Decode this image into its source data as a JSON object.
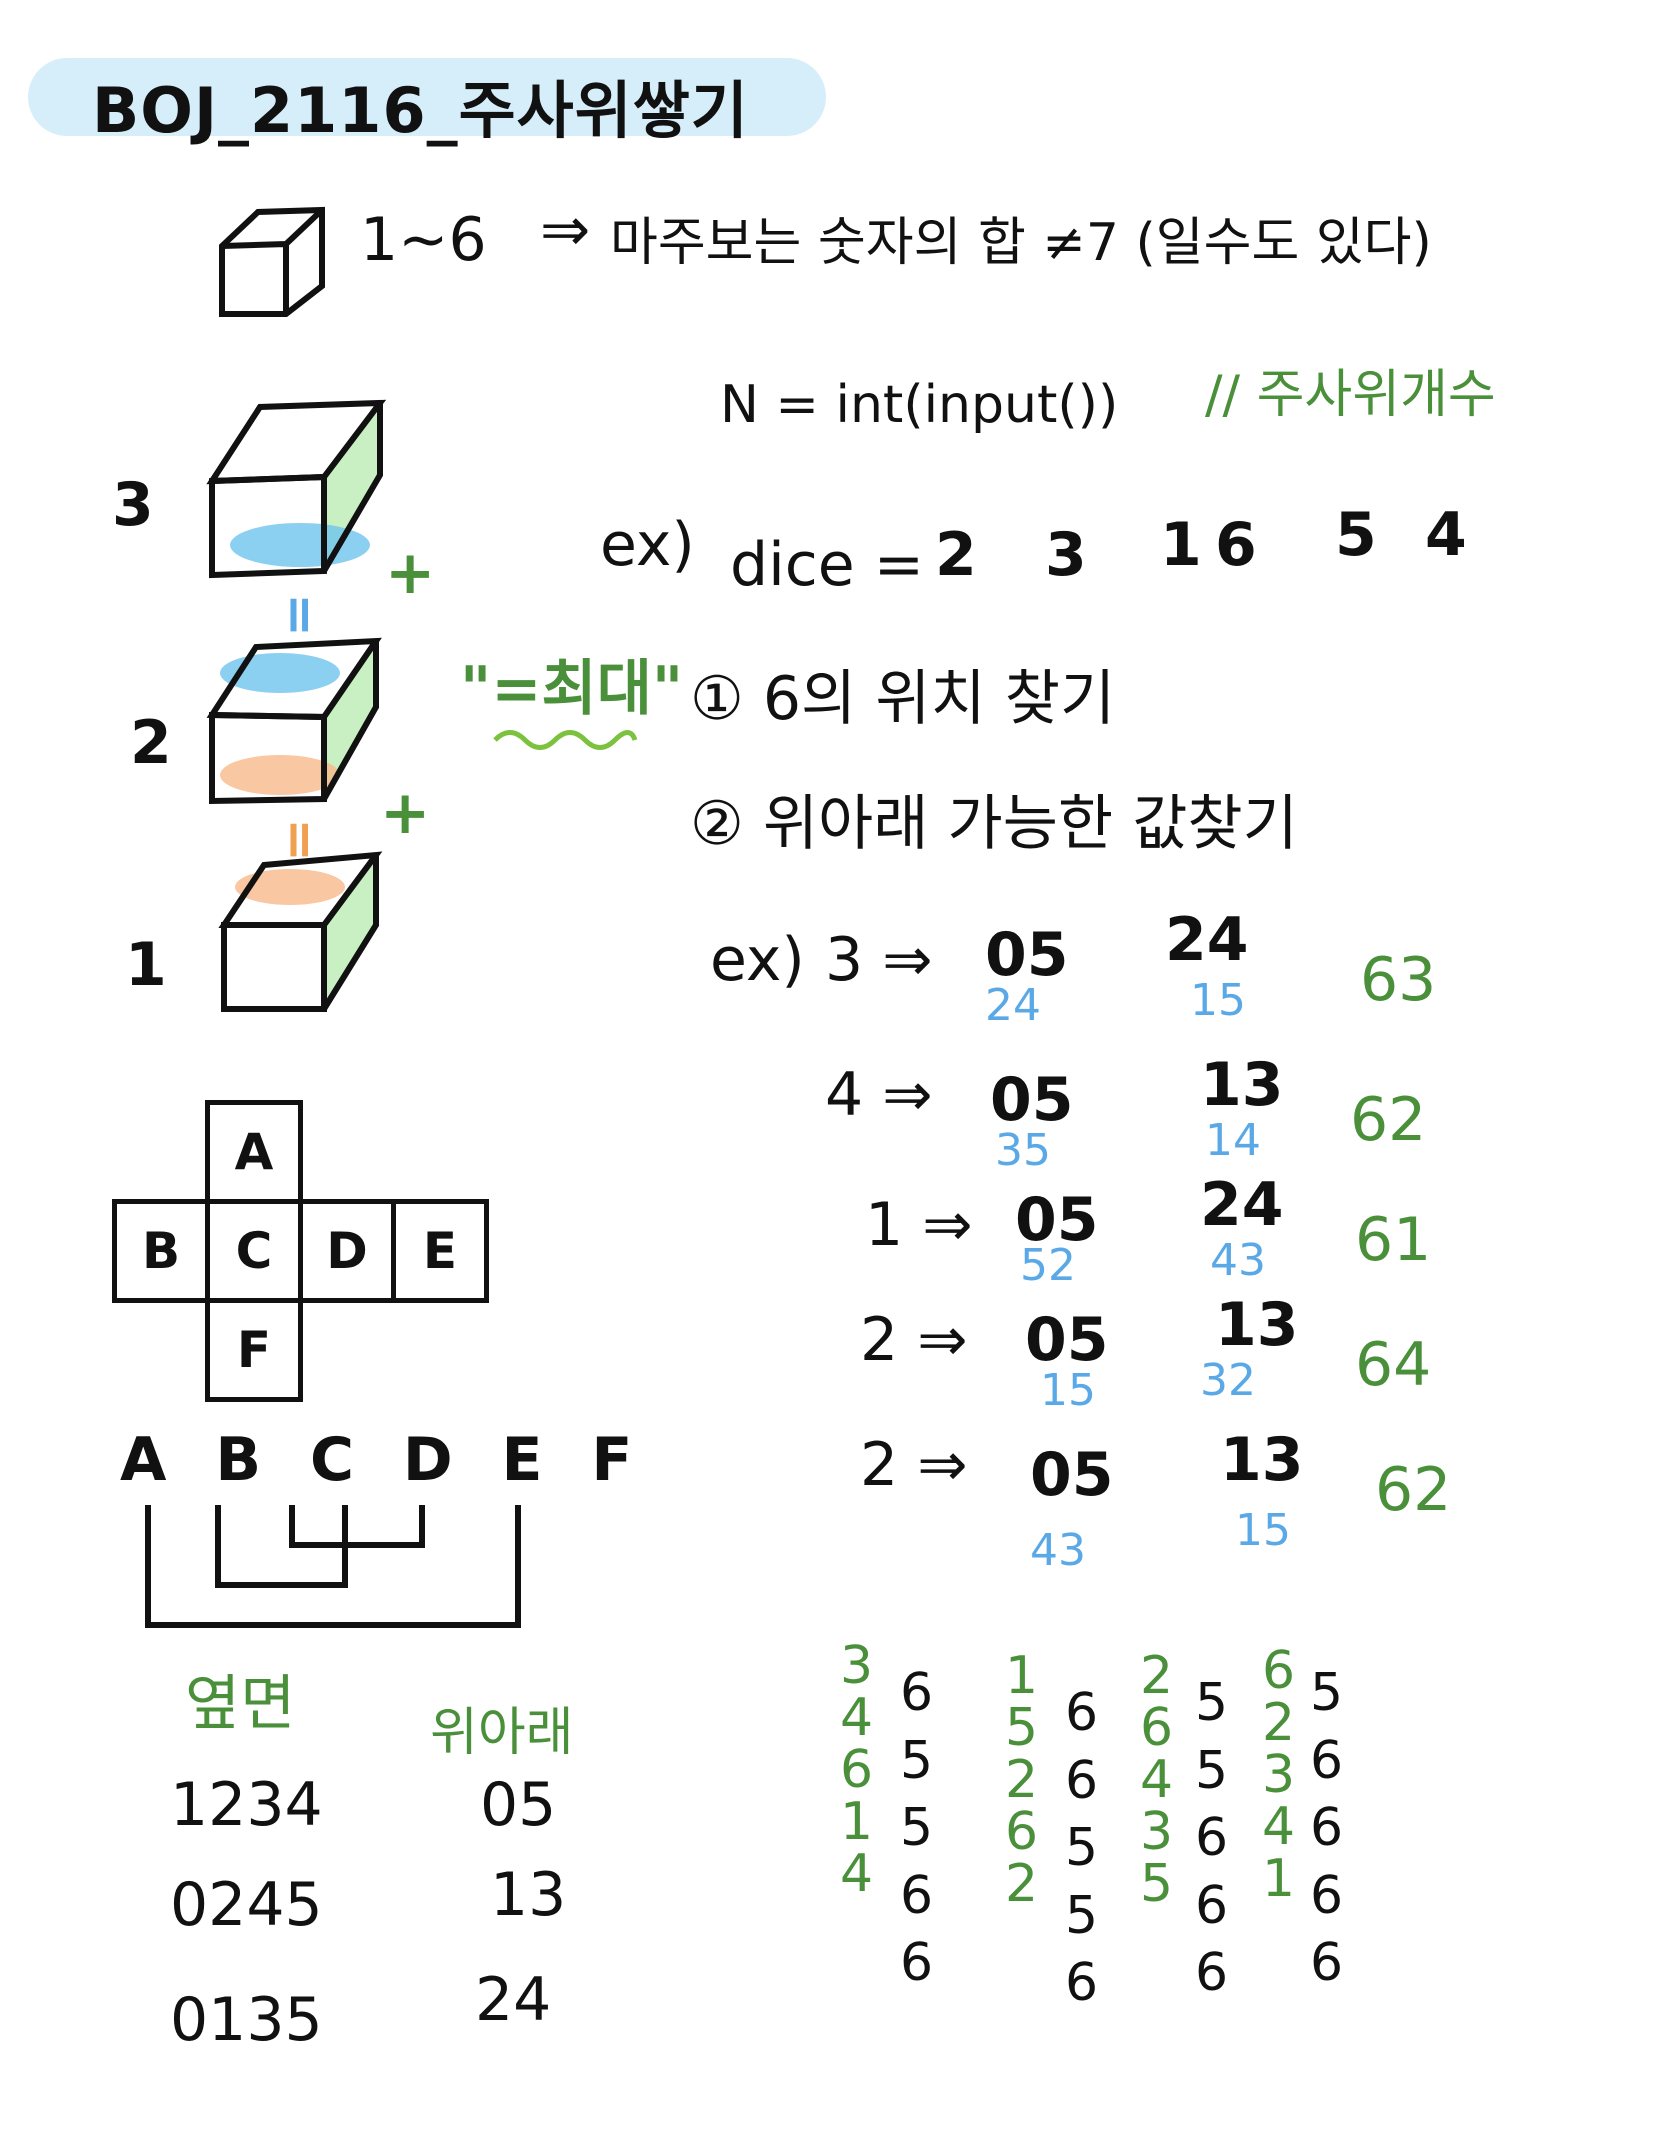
{
  "title": "BOJ_2116_주사위쌓기",
  "rule": {
    "range": "1~6",
    "arrow": "⇒",
    "text": "마주보는 숫자의 합 ≠7 (일수도 있다)"
  },
  "stack_labels": [
    "3",
    "2",
    "1"
  ],
  "stack_marks": {
    "plus": "+",
    "equal": "="
  },
  "annotation": "\"=최대\"",
  "code": {
    "line": "N = int(input())",
    "comment": "// 주사위개수"
  },
  "example": {
    "label": "ex)",
    "dice_label": "dice =",
    "values": [
      "2",
      "3",
      "1",
      "6",
      "5",
      "4"
    ]
  },
  "steps": [
    "① 6의 위치 찾기",
    "② 위아래 가능한 값찾기"
  ],
  "trace": {
    "label": "ex)",
    "rows": [
      {
        "lead": "3 ⇒",
        "pair1": "05",
        "sub1": "24",
        "pair2": "24",
        "sub2": "15",
        "result": "63"
      },
      {
        "lead": "4 ⇒",
        "pair1": "05",
        "sub1": "35",
        "pair2": "13",
        "sub2": "14",
        "result": "62"
      },
      {
        "lead": "1 ⇒",
        "pair1": "05",
        "sub1": "52",
        "pair2": "24",
        "sub2": "43",
        "result": "61"
      },
      {
        "lead": "2 ⇒",
        "pair1": "05",
        "sub1": "15",
        "pair2": "13",
        "sub2": "32",
        "result": "64"
      },
      {
        "lead": "2 ⇒",
        "pair1": "05",
        "sub1": "43",
        "pair2": "13",
        "sub2": "15",
        "result": "62"
      }
    ]
  },
  "net": {
    "A": "A",
    "B": "B",
    "C": "C",
    "D": "D",
    "E": "E",
    "F": "F"
  },
  "pairs_header": "A B C D E F",
  "faces_table": {
    "col1_header": "옆면",
    "col2_header": "위아래",
    "rows": [
      {
        "sides": "1234",
        "tb": "05"
      },
      {
        "sides": "0245",
        "tb": "13"
      },
      {
        "sides": "0135",
        "tb": "24"
      }
    ]
  },
  "columns": [
    {
      "green": [
        "3",
        "4",
        "6",
        "1",
        "4"
      ],
      "black": [
        "6",
        "5",
        "5",
        "6",
        "6"
      ]
    },
    {
      "green": [
        "1",
        "5",
        "2",
        "6",
        "2"
      ],
      "black": [
        "6",
        "6",
        "5",
        "5",
        "6"
      ]
    },
    {
      "green": [
        "2",
        "6",
        "4",
        "3",
        "5"
      ],
      "black": [
        "5",
        "5",
        "6",
        "6",
        "6"
      ]
    },
    {
      "green": [
        "6",
        "2",
        "3",
        "4",
        "1"
      ],
      "black": [
        "5",
        "6",
        "6",
        "6",
        "6"
      ]
    }
  ]
}
